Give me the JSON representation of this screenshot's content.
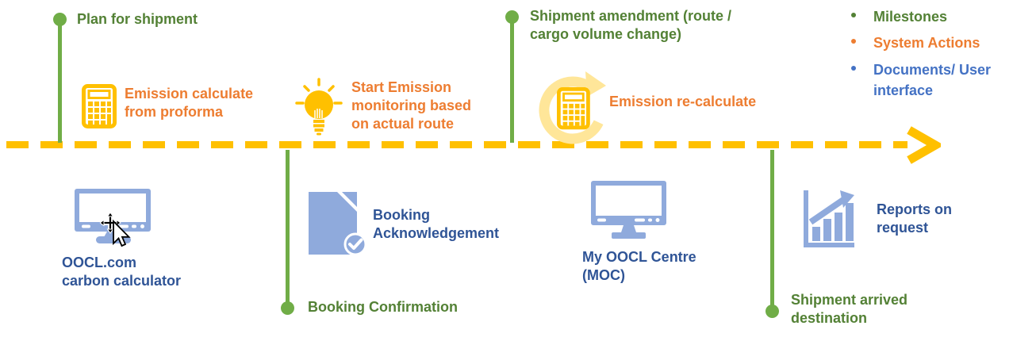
{
  "diagram_title": "Shipment emission timeline",
  "palette": {
    "milestone_green_text": "#538135",
    "milestone_green_marker": "#70AD47",
    "system_action_orange": "#ED7D31",
    "timeline_yellow": "#FFC000",
    "recalc_ring_light_yellow": "#FFE699",
    "document_icon_blue": "#8FAADC",
    "document_text_dark_blue": "#2F5496",
    "legend_blue": "#4472C4"
  },
  "milestones_above": [
    {
      "label": "Plan for shipment"
    },
    {
      "label": "Shipment amendment (route /\ncargo volume change)"
    }
  ],
  "milestones_below": [
    {
      "label": "Booking Confirmation"
    },
    {
      "label": "Shipment arrived\ndestination"
    }
  ],
  "system_actions": [
    {
      "label": "Emission calculate\nfrom proforma",
      "icon": "calculator-icon"
    },
    {
      "label": "Start Emission\nmonitoring based\non actual route",
      "icon": "lightbulb-icon"
    },
    {
      "label": "Emission re-calculate",
      "icon": "recalculate-icon"
    }
  ],
  "documents": [
    {
      "label": "OOCL.com\ncarbon calculator",
      "icon": "monitor-icon"
    },
    {
      "label": "Booking\nAcknowledgement",
      "icon": "document-check-icon"
    },
    {
      "label": "My OOCL Centre\n(MOC)",
      "icon": "monitor-icon"
    },
    {
      "label": "Reports on\nrequest",
      "icon": "bar-chart-icon"
    }
  ],
  "legend": {
    "items": [
      {
        "label": "Milestones",
        "color": "#538135"
      },
      {
        "label": "System Actions",
        "color": "#ED7D31"
      },
      {
        "label": "Documents/ User\ninterface",
        "color": "#4472C4"
      }
    ]
  }
}
